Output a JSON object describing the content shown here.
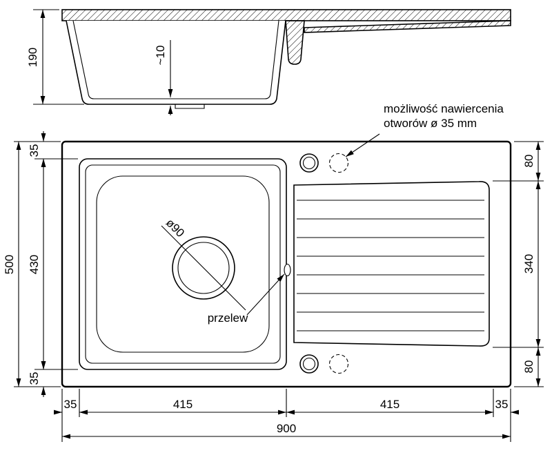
{
  "drawing": {
    "side_view": {
      "height": "190",
      "bottom_thickness": "~10"
    },
    "top_view": {
      "note_line1": "możliwość nawiercenia",
      "note_line2": "otworów ø 35 mm",
      "overflow_label": "przelew",
      "drain_label": "ø90"
    },
    "dims": {
      "overall_height": "500",
      "left_top": "35",
      "left_mid": "430",
      "left_bot": "35",
      "right_top": "80",
      "right_mid": "340",
      "right_bot": "80",
      "bot_left": "35",
      "bot_basin": "415",
      "bot_drain": "415",
      "bot_right": "35",
      "overall_width": "900"
    }
  }
}
